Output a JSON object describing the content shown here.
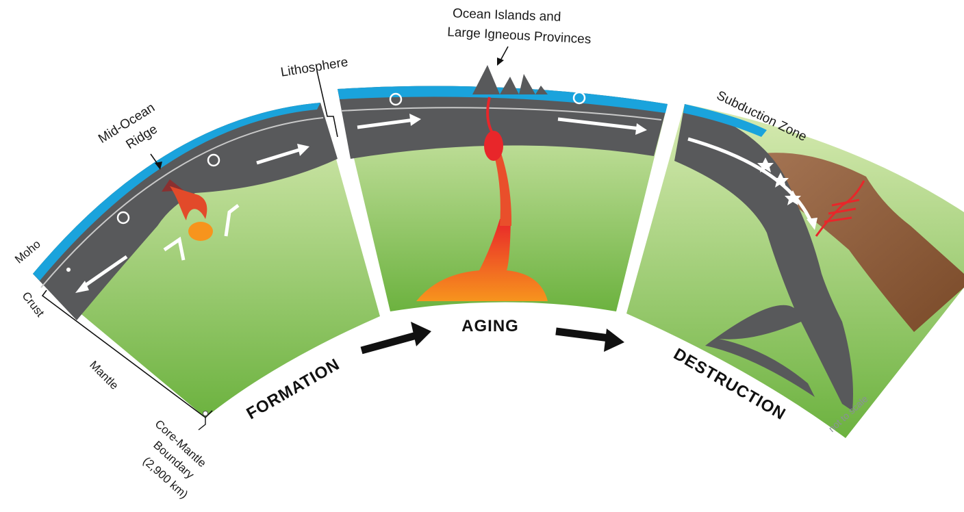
{
  "labels": {
    "ocean_islands_line1": "Ocean Islands and",
    "ocean_islands_line2": "Large Igneous Provinces",
    "lithosphere": "Lithosphere",
    "mid_ocean_line1": "Mid-Ocean",
    "mid_ocean_line2": "Ridge",
    "moho": "Moho",
    "crust": "Crust",
    "mantle": "Mantle",
    "cmb_line1": "Core-Mantle",
    "cmb_line2": "Boundary",
    "cmb_line3": "(2,900 km)",
    "subduction": "Subduction Zone",
    "not_to_scale": "not to scale"
  },
  "stages": {
    "formation": "FORMATION",
    "aging": "AGING",
    "destruction": "DESTRUCTION"
  },
  "colors": {
    "ocean": "#1aa3dc",
    "lithosphere": "#58595b",
    "mantle_light": "#d7eab1",
    "mantle_dark": "#6db33f",
    "plume": "#f7941d",
    "plume_red": "#e03226",
    "continent": "#8b5a35",
    "arrow_white": "#ffffff"
  },
  "icons": [
    "convection-cycle-icon",
    "flow-arrow-icon",
    "stage-arrow-icon",
    "earthquake-star-icon"
  ]
}
